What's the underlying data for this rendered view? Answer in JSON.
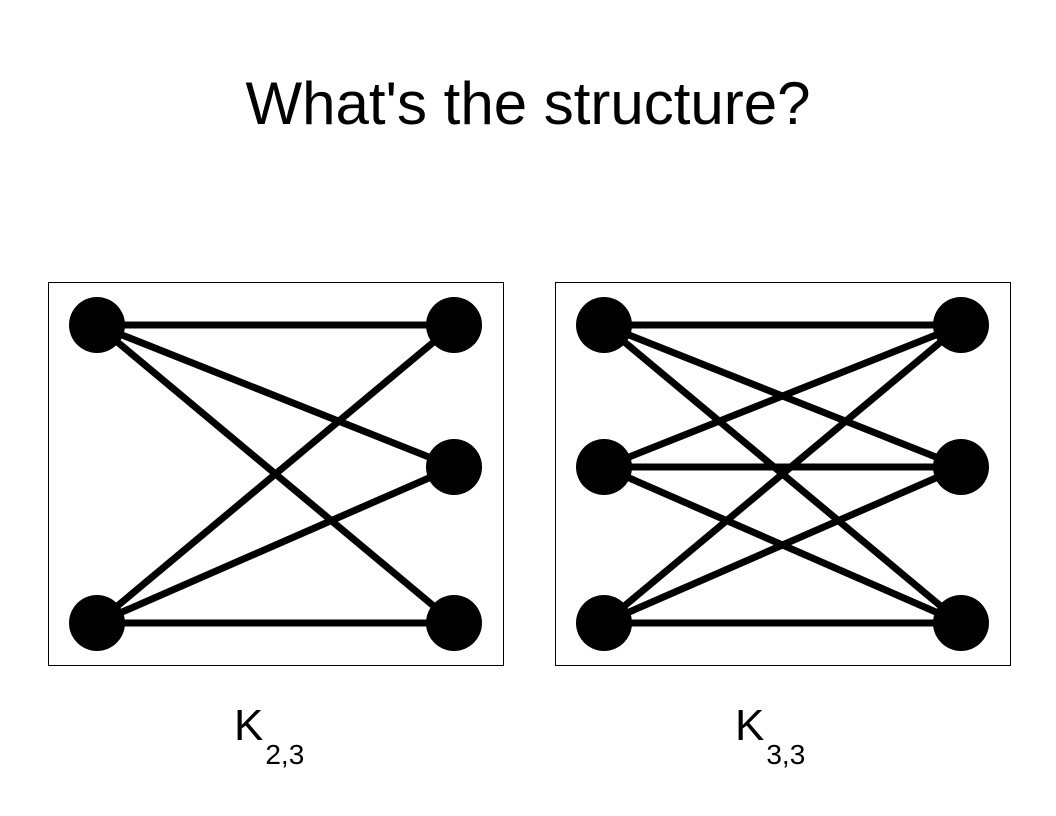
{
  "title": "What's the structure?",
  "graphs": [
    {
      "id": "k23",
      "label": {
        "base": "K",
        "sub": "2,3"
      },
      "left_nodes": [
        "top",
        "bottom"
      ],
      "right_nodes": [
        "top",
        "middle",
        "bottom"
      ],
      "edges": "complete-bipartite"
    },
    {
      "id": "k33",
      "label": {
        "base": "K",
        "sub": "3,3"
      },
      "left_nodes": [
        "top",
        "middle",
        "bottom"
      ],
      "right_nodes": [
        "top",
        "middle",
        "bottom"
      ],
      "edges": "complete-bipartite"
    }
  ],
  "colors": {
    "node": "#000000",
    "edge": "#000000",
    "panel_border": "#000000",
    "background": "#ffffff"
  }
}
